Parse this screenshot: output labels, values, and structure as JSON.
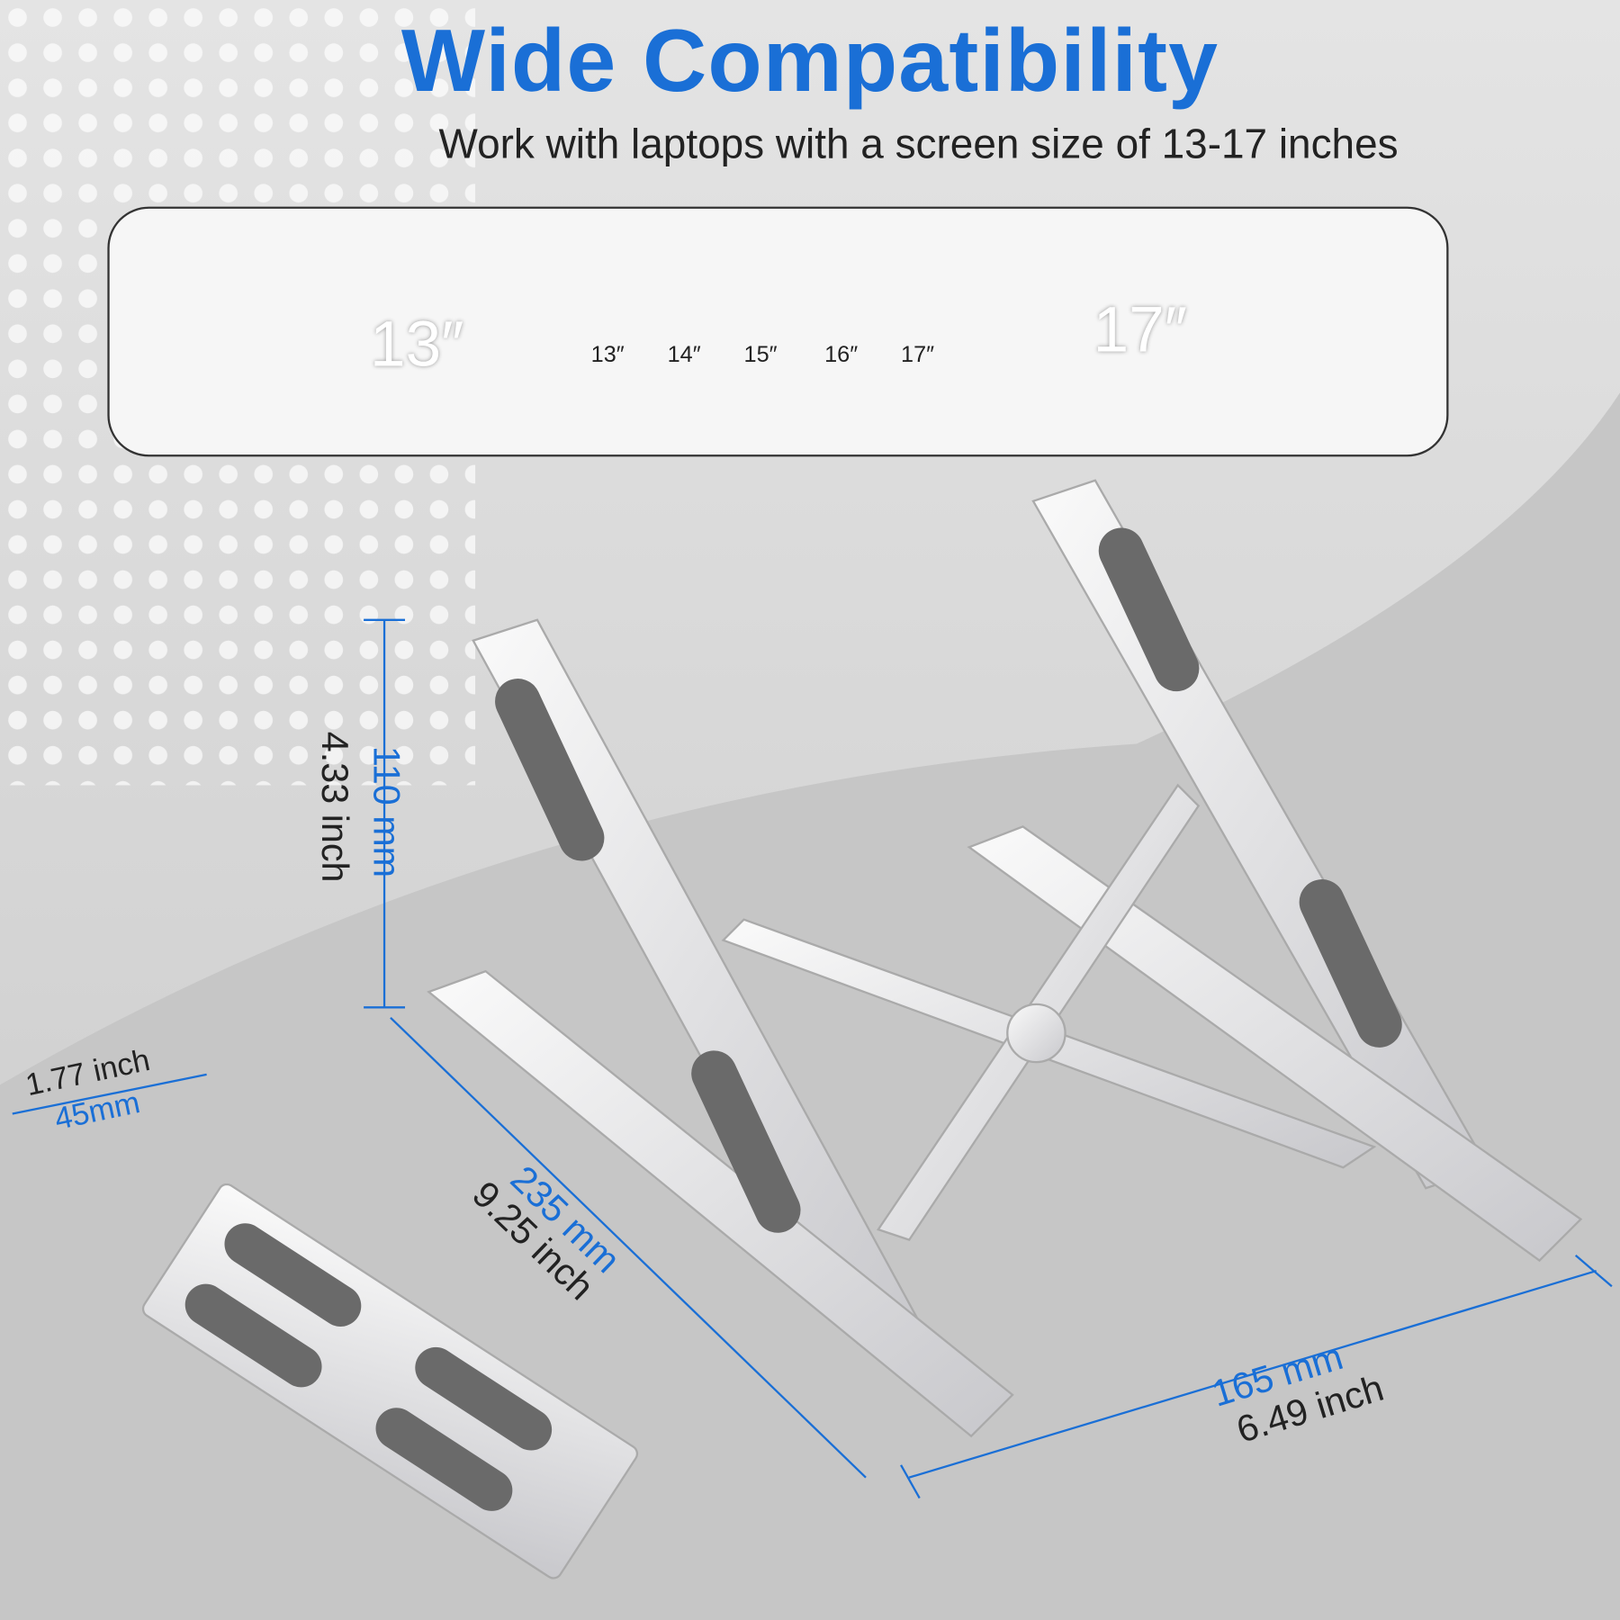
{
  "title": "Wide Compatibility",
  "subtitle": "Work with laptops with a screen size of 13-17 inches",
  "laptops": {
    "small": "13″",
    "large": "17″"
  },
  "sizes": [
    "13″",
    "14″",
    "15″",
    "16″",
    "17″"
  ],
  "dimensions": {
    "height_mm": "110 mm",
    "height_in": "4.33 inch",
    "length_mm": "235 mm",
    "length_in": "9.25 inch",
    "width_mm": "165 mm",
    "width_in": "6.49 inch",
    "folded_mm": "45mm",
    "folded_in": "1.77 inch"
  },
  "colors": {
    "accent": "#1a6fd6",
    "aluminum": "#e8e8ea",
    "pad": "#6a6a6a"
  }
}
